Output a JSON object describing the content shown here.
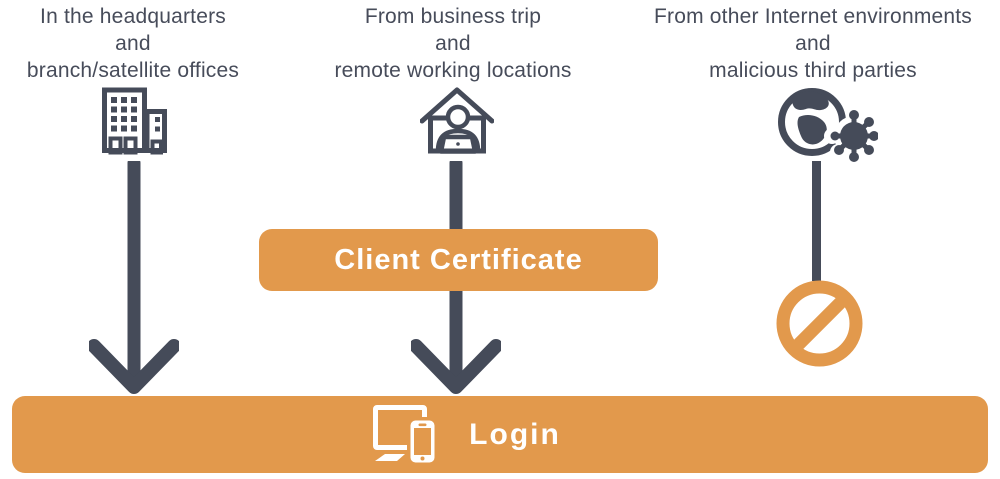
{
  "columns": [
    {
      "id": "headquarters",
      "lines": [
        "In the headquarters",
        "and",
        "branch/satellite offices"
      ],
      "icon": "office-building-icon"
    },
    {
      "id": "business-trip",
      "lines": [
        "From business trip",
        "and",
        "remote working locations"
      ],
      "icon": "remote-worker-house-icon"
    },
    {
      "id": "other-internet",
      "lines": [
        "From other Internet environments",
        "and",
        "malicious third parties"
      ],
      "icon": "globe-malware-icon"
    }
  ],
  "certificate_banner": {
    "label": "Client Certificate"
  },
  "login_bar": {
    "label": "Login",
    "icon": "devices-icon"
  },
  "blocked": {
    "icon": "prohibition-icon"
  },
  "colors": {
    "accent_orange": "#E2994C",
    "dark_slate": "#454B59",
    "label_text": "#474C5A",
    "banner_text": "#FFFFFF"
  }
}
